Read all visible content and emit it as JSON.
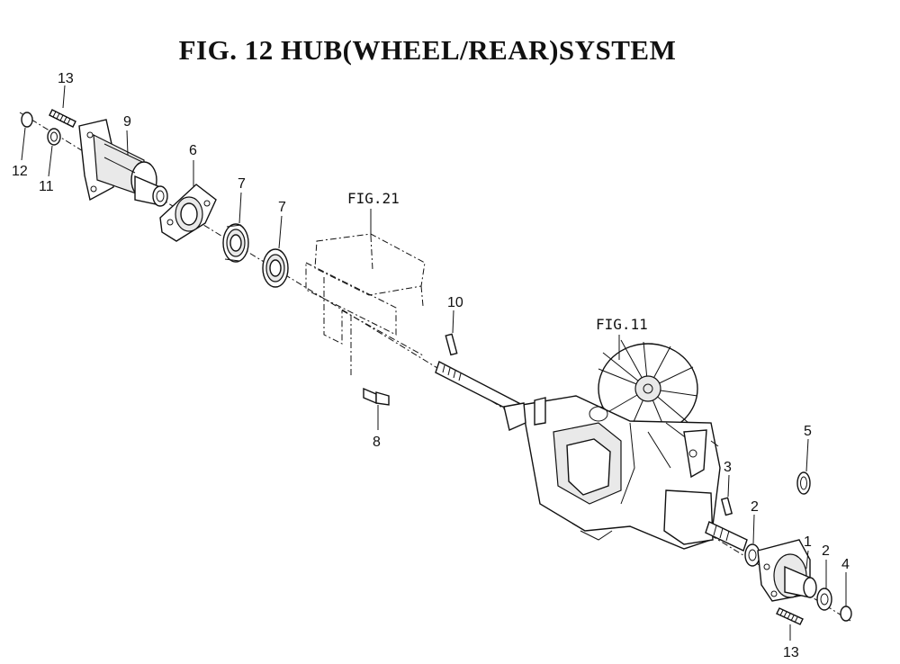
{
  "title": "FIG. 12  HUB(WHEEL/REAR)SYSTEM",
  "figure_refs": {
    "fig21": "FIG.21",
    "fig11": "FIG.11"
  },
  "callouts": {
    "c13_top": "13",
    "c12": "12",
    "c11": "11",
    "c9": "9",
    "c6": "6",
    "c7a": "7",
    "c7b": "7",
    "c10": "10",
    "c8": "8",
    "c5": "5",
    "c3": "3",
    "c2a": "2",
    "c1": "1",
    "c2b": "2",
    "c4": "4",
    "c13_bottom": "13"
  }
}
